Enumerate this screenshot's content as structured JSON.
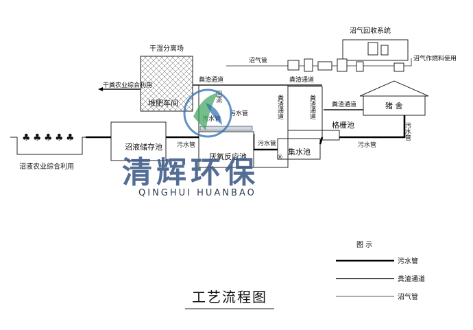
{
  "diagram": {
    "title": "工艺流程图",
    "labels": {
      "biogas_system": "沼气回收系统",
      "biogas_pipe_top": "沼气管",
      "biogas_fuel": "沼气作燃料使用",
      "separation": "干湿分离场",
      "compost": "堆肥车间",
      "dry_manure": "干粪农业综合利用",
      "manure_channel_top": "粪渣通道",
      "manure_channel_v1": "粪渣通道",
      "manure_channel_v2": "粪渣通道",
      "manure_channel_pig": "粪渣通道",
      "pig_house": "猪 舍",
      "grid_pool": "格栅池",
      "sewage_pig": "污水管",
      "sewage_grid": "污水管",
      "sewage_center": "污水管",
      "sewage_right": "污水管",
      "sewage_store": "污水管",
      "slurry_storage": "沼液储存池",
      "anaerobic": "厌氧反应池",
      "collection": "集水池",
      "slurry_use": "沼液农业综合利用",
      "return_label": "回流"
    },
    "legend": {
      "title": "图 示",
      "items": [
        {
          "label": "污水管",
          "style": "bold"
        },
        {
          "label": "粪渣通道",
          "style": "medium"
        },
        {
          "label": "沼气管",
          "style": "thin"
        }
      ]
    }
  },
  "watermark": {
    "brand_cn": "清辉环保",
    "brand_en": "QINGHUI HUANBAO",
    "registered": "®",
    "colors": {
      "blue": "#2b6cb0",
      "green": "#3aa35a",
      "text": "#3c5a86"
    }
  }
}
